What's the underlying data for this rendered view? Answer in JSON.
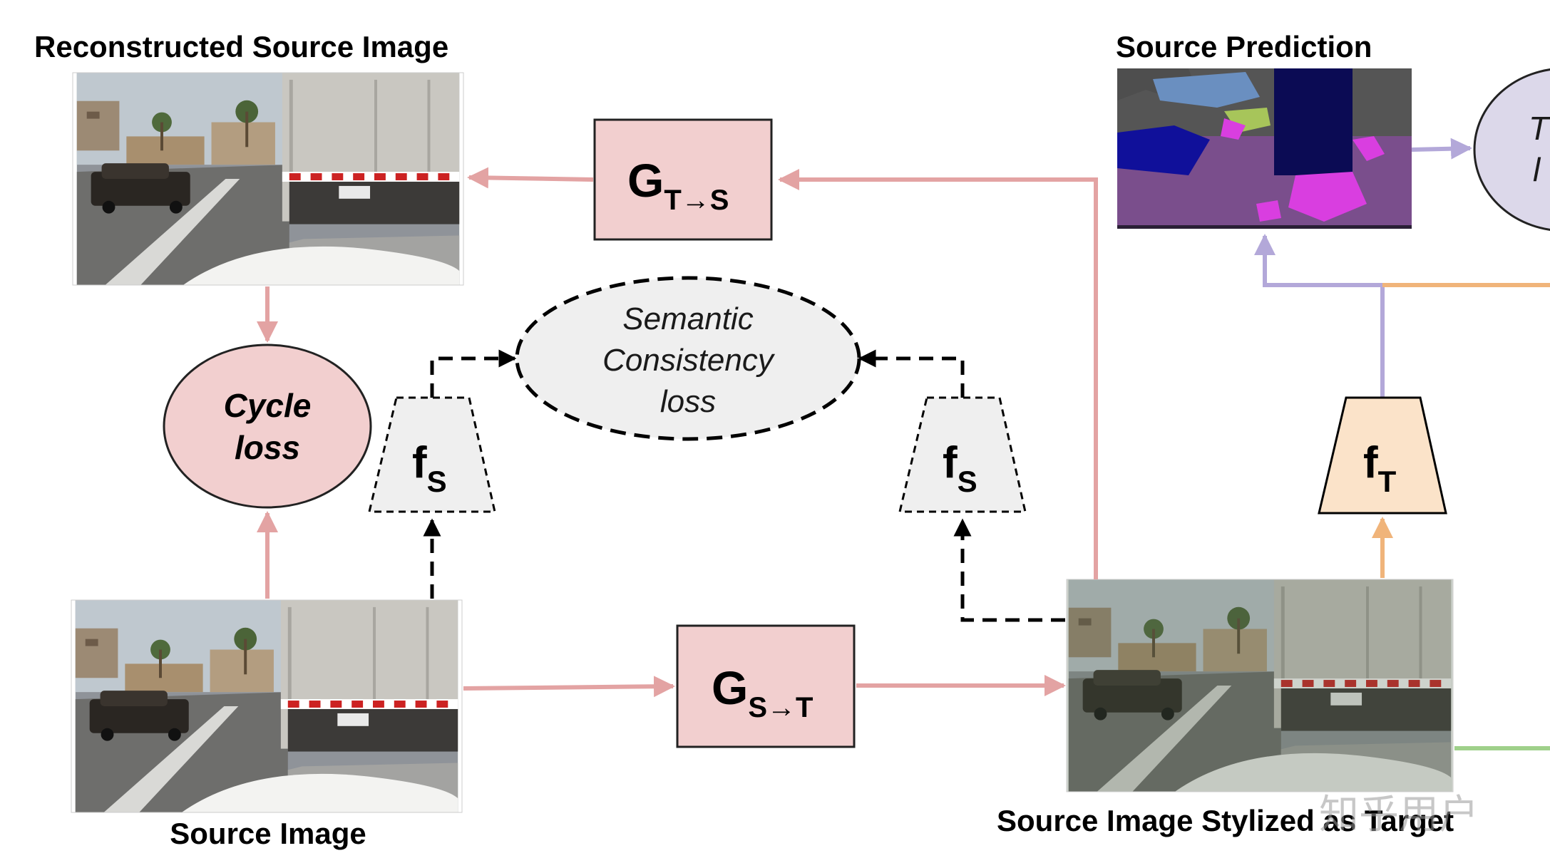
{
  "labels": {
    "reconstructed_source_image": "Reconstructed Source Image",
    "source_image": "Source Image",
    "source_prediction": "Source Prediction",
    "stylized_image": "Source Image Stylized as Target"
  },
  "generators": {
    "g_t_to_s": {
      "main": "G",
      "sub": "T→S"
    },
    "g_s_to_t": {
      "main": "G",
      "sub": "S→T"
    }
  },
  "losses": {
    "cycle_line1": "Cycle",
    "cycle_line2": "loss",
    "semantic_line1": "Semantic",
    "semantic_line2": "Consistency",
    "semantic_line3": "loss",
    "task_line1": "T",
    "task_line2": "l"
  },
  "encoders": {
    "fs_left": {
      "main": "f",
      "sub": "S"
    },
    "fs_right": {
      "main": "f",
      "sub": "S"
    },
    "ft": {
      "main": "f",
      "sub": "T"
    }
  },
  "watermark": "知乎用户",
  "colors": {
    "pink_fill": "#f2cfcf",
    "pink_arrow": "#e3a3a3",
    "gray_fill": "#efefef",
    "lavender_fill": "#dcd8ea",
    "lavender_arrow": "#b3a8d9",
    "peach_fill": "#fbe3c9",
    "peach_arrow": "#f0b47a",
    "green_line": "#9fd08a"
  }
}
